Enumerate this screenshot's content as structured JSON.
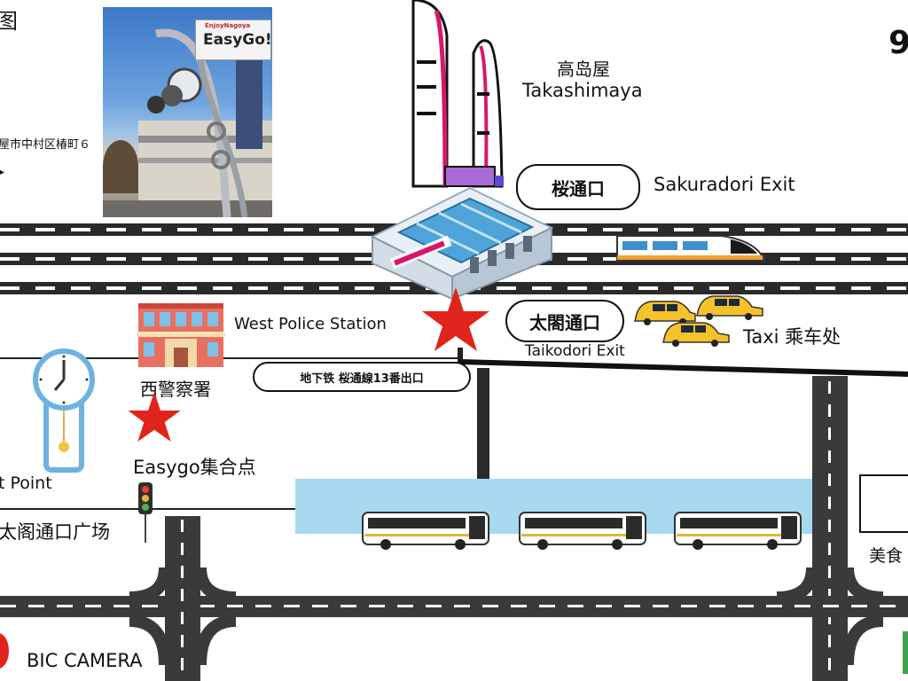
{
  "colors": {
    "road": "#2a2a2a",
    "bus_lane": "#a7d8f0",
    "star": "#e0241b",
    "accent_pink": "#d6176b",
    "accent_purple": "#a86ad6"
  },
  "top_left_title": "图",
  "address": "屋市中村区椿町６",
  "poster": {
    "brand_top": "EnjoyNagoya",
    "brand": "EasyGo!"
  },
  "takashimaya": {
    "cn": "高岛屋",
    "en": "Takashimaya"
  },
  "sakuradori": {
    "label": "桜通口",
    "en": "Sakuradori Exit"
  },
  "taikodori": {
    "label": "太閤通口",
    "en": "Taikodori  Exit"
  },
  "taxi": "Taxi 乘车处",
  "police": {
    "en": "West Police Station",
    "cn": "西警察署"
  },
  "subway_label": "地下铁 桜通線13番出口",
  "meeting_point": "Easygo集合点",
  "meet_point_partial": "t Point",
  "plaza": "太阁通口广场",
  "food": "美食",
  "bic_camera": "BIC CAMERA",
  "right_edge_glyph": "9",
  "icons": [
    "clock-icon",
    "traffic-light-icon",
    "star-icon",
    "train-icon",
    "taxi-icon",
    "bus-icon",
    "station-icon",
    "building-icon"
  ]
}
